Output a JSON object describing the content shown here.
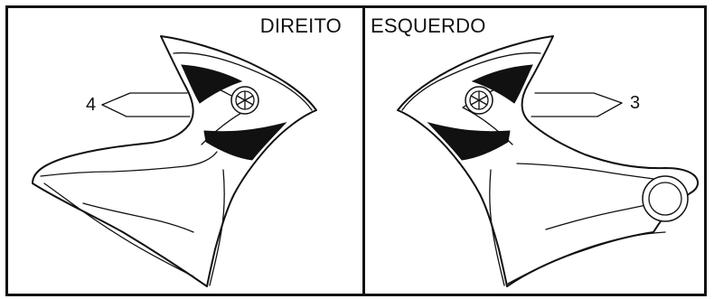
{
  "panels": {
    "left_panel_label": "DIREITO",
    "right_panel_label": "ESQUERDO"
  },
  "callouts": {
    "left_number": "4",
    "right_number": "3"
  },
  "colors": {
    "line": "#111111",
    "background": "#ffffff"
  },
  "icons": {
    "left_logo": "yamaha-logo-icon",
    "right_logo": "yamaha-logo-icon"
  }
}
